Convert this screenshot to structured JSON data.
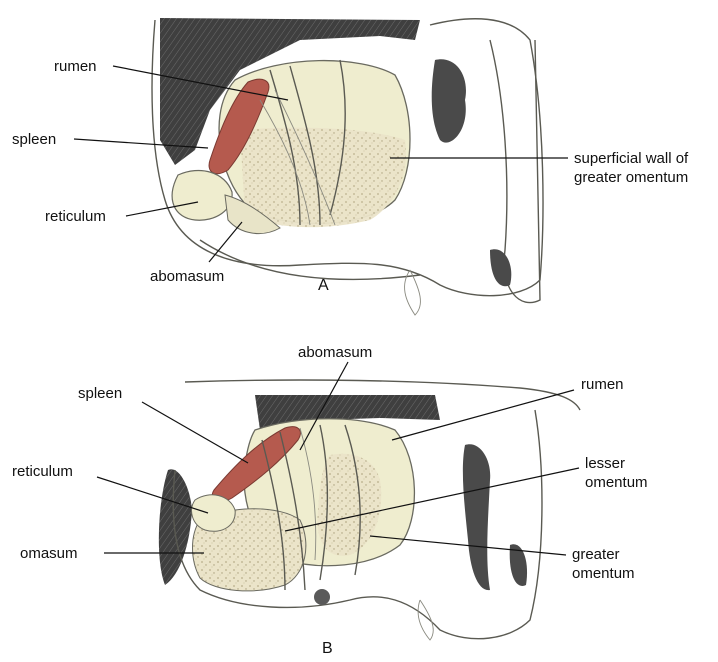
{
  "figure": {
    "panel_a": {
      "letter": "A",
      "labels": {
        "rumen": "rumen",
        "spleen": "spleen",
        "reticulum": "reticulum",
        "abomasum": "abomasum",
        "omentum_line1": "superficial wall of",
        "omentum_line2": "greater omentum"
      }
    },
    "panel_b": {
      "letter": "B",
      "labels": {
        "abomasum": "abomasum",
        "rumen": "rumen",
        "spleen": "spleen",
        "reticulum": "reticulum",
        "lesser_line1": "lesser",
        "lesser_line2": "omentum",
        "omasum": "omasum",
        "greater_line1": "greater",
        "greater_line2": "omentum"
      }
    }
  },
  "colors": {
    "spleen": "#b55a4e",
    "organ_fill": "#efedcf",
    "omentum_fill": "#e6dfc4",
    "dark_shade": "#3c3c3c",
    "body_outline": "#6a6a60"
  }
}
